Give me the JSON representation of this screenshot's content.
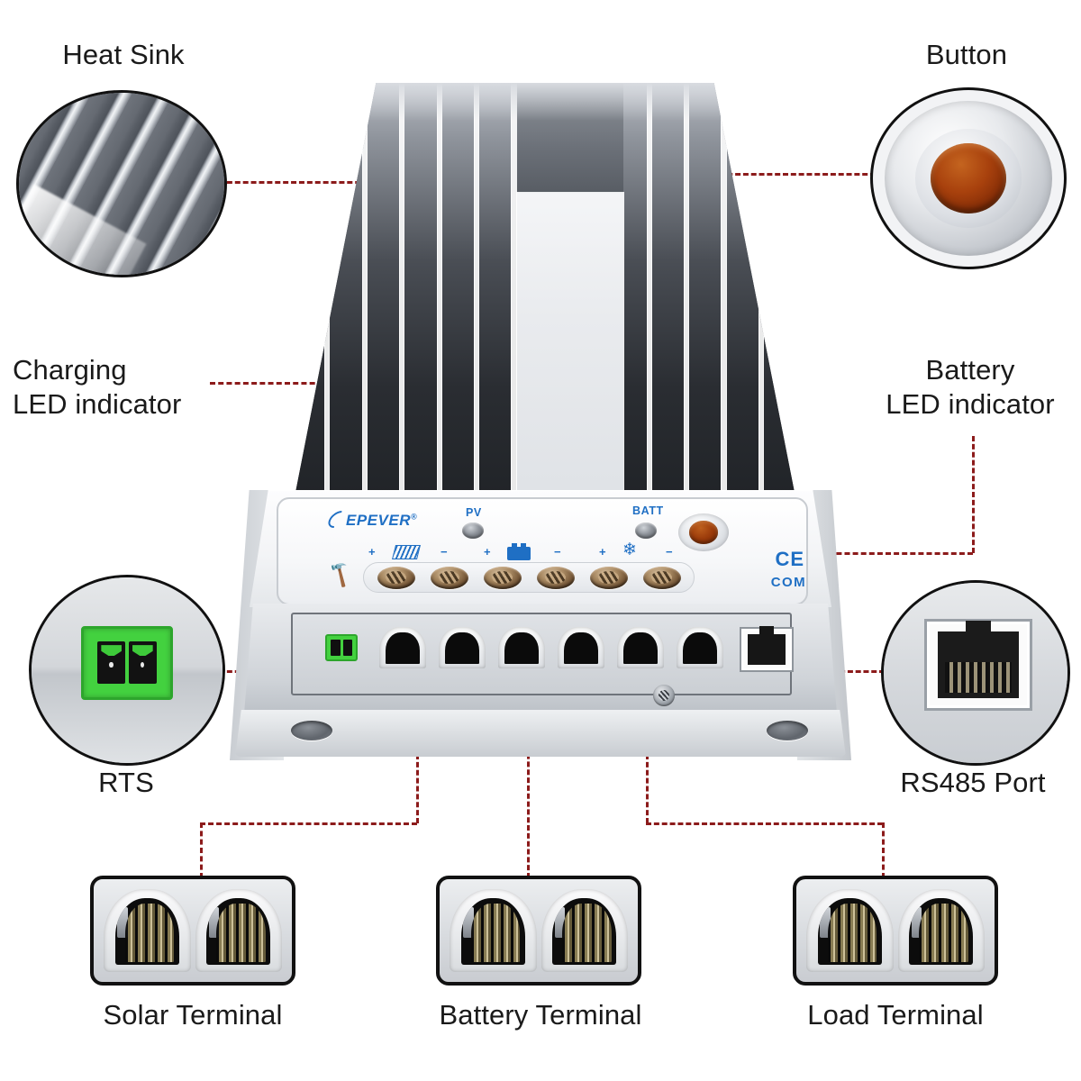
{
  "diagram": {
    "title": "Solar Charge Controller Labeled Parts Diagram",
    "accent_line_color": "#8c1b1b",
    "brand_color": "#1f6fc4",
    "button_color": "#a8410d",
    "rts_connector_color": "#43d13f"
  },
  "callouts": {
    "heat_sink": {
      "label": "Heat Sink",
      "icon": "heat-sink-fins-icon"
    },
    "button": {
      "label": "Button",
      "icon": "orange-push-button-icon"
    },
    "charging_led": {
      "label": "Charging\nLED indicator"
    },
    "battery_led": {
      "label": "Battery\nLED indicator"
    },
    "rts": {
      "label": "RTS",
      "icon": "green-two-pin-terminal-icon"
    },
    "rs485": {
      "label": "RS485 Port",
      "icon": "rj45-jack-icon"
    },
    "solar_terminal": {
      "label": "Solar Terminal",
      "icon": "dual-screw-terminal-icon"
    },
    "battery_terminal": {
      "label": "Battery Terminal",
      "icon": "dual-screw-terminal-icon"
    },
    "load_terminal": {
      "label": "Load Terminal",
      "icon": "dual-screw-terminal-icon"
    }
  },
  "device": {
    "brand": "EPEVER",
    "brand_registered_mark": "®",
    "pv_led_label": "PV",
    "batt_led_label": "BATT",
    "certification_mark": "CE",
    "com_label": "COM",
    "terminal_markings": [
      {
        "polarity_left": "+",
        "symbol": "solar-panel-icon",
        "polarity_right": "−"
      },
      {
        "polarity_left": "+",
        "symbol": "battery-icon",
        "polarity_right": "−"
      },
      {
        "polarity_left": "+",
        "symbol": "load-lamp-icon",
        "polarity_right": "−"
      }
    ],
    "screwdriver_icon": "screwdriver-icon",
    "terminal_screw_count": 6,
    "bottom_port_count": 6
  }
}
